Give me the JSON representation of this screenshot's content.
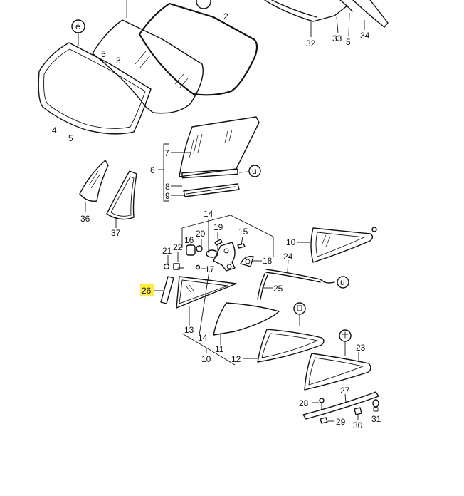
{
  "labels": {
    "l2": "2",
    "l3": "3",
    "l4": "4",
    "l5a": "5",
    "l5b": "5",
    "l5c": "5",
    "l6": "6",
    "l7": "7",
    "l8": "8",
    "l9": "9",
    "l10a": "10",
    "l10b": "10",
    "l11": "11",
    "l12": "12",
    "l13": "13",
    "l14a": "14",
    "l14b": "14",
    "l15": "15",
    "l16": "16",
    "l17": "17",
    "l18": "18",
    "l19": "19",
    "l20": "20",
    "l21": "21",
    "l22": "22",
    "l23": "23",
    "l24": "24",
    "l25": "25",
    "l26": "26",
    "l27": "27",
    "l28": "28",
    "l29": "29",
    "l30": "30",
    "l31": "31",
    "l32": "32",
    "l33": "33",
    "l34": "34",
    "l36": "36",
    "l37": "37"
  },
  "highlight_color": "#ffee33",
  "line_color": "#111111"
}
